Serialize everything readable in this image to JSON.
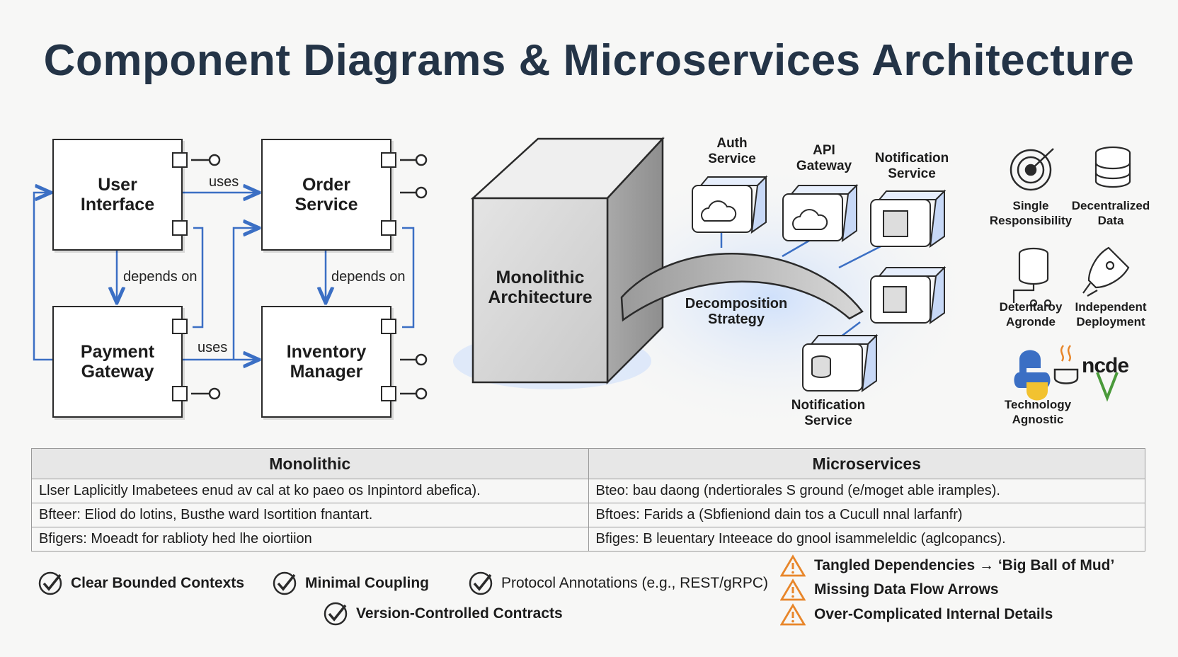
{
  "title": "Component Diagrams & Microservices Architecture",
  "component_diagram": {
    "boxes": {
      "user_interface": "User\nInterface",
      "order_service": "Order\nService",
      "payment_gateway": "Payment\nGateway",
      "inventory_manager": "Inventory\nManager"
    },
    "edge_labels": {
      "uses_top": "uses",
      "uses_bottom": "uses",
      "depends_left": "depends on",
      "depends_right": "depends on"
    },
    "accent_color": "#3b6fc4"
  },
  "decomposition": {
    "monolith_label": "Monolithic\nArchitecture",
    "strategy_label": "Decomposition\nStrategy",
    "services": {
      "auth": "Auth\nService",
      "api": "API\nGateway",
      "notification_top": "Notification\nService",
      "notification_bottom": "Notification\nService"
    },
    "service_icons": [
      "cloud-icon",
      "cloud-icon",
      "server-icon",
      "chip-icon",
      "database-icon"
    ]
  },
  "principles": {
    "single_responsibility": "Single\nResponsibility",
    "decentralized_data": "Decentralized\nData",
    "detentaroy": "Detentaroy\nAgronde",
    "independent_deployment": "Independent\nDeployment",
    "technology_agnostic": "Technology\nAgnostic",
    "node_logo": "ncde"
  },
  "comparison": {
    "headers": [
      "Monolithic",
      "Microservices"
    ],
    "rows": [
      [
        "Llser Laplicitly Imabetees enud av cal at ko paeo os Inpintord abefica).",
        "Bteo: bau daong (ndertiorales S ground (e/moget able iramples)."
      ],
      [
        "Bfteer: Eliod do lotins, Busthe ward Isortition fnantart.",
        "Bftoes: Farids a (Sbfieniond dain tos a Cucull nnal larfanfr)"
      ],
      [
        "Bfigers: Moeadt for rablioty hed lhe oiortiion",
        "Bfiges: B leuentary Inteeace do gnool isammeleldic (aglcopancs)."
      ]
    ]
  },
  "best_practices": [
    "Clear Bounded Contexts",
    "Minimal Coupling",
    "Protocol Annotations (e.g., REST/gRPC)",
    "Version-Controlled Contracts"
  ],
  "pitfalls": [
    "Tangled Dependencies → ‘Big Ball of Mud’",
    "Missing Data Flow Arrows",
    "Over-Complicated Internal Details"
  ],
  "colors": {
    "title": "#243447",
    "check": "#2a2a2a",
    "warning": "#e8862a",
    "arrow": "#3b6fc4"
  }
}
